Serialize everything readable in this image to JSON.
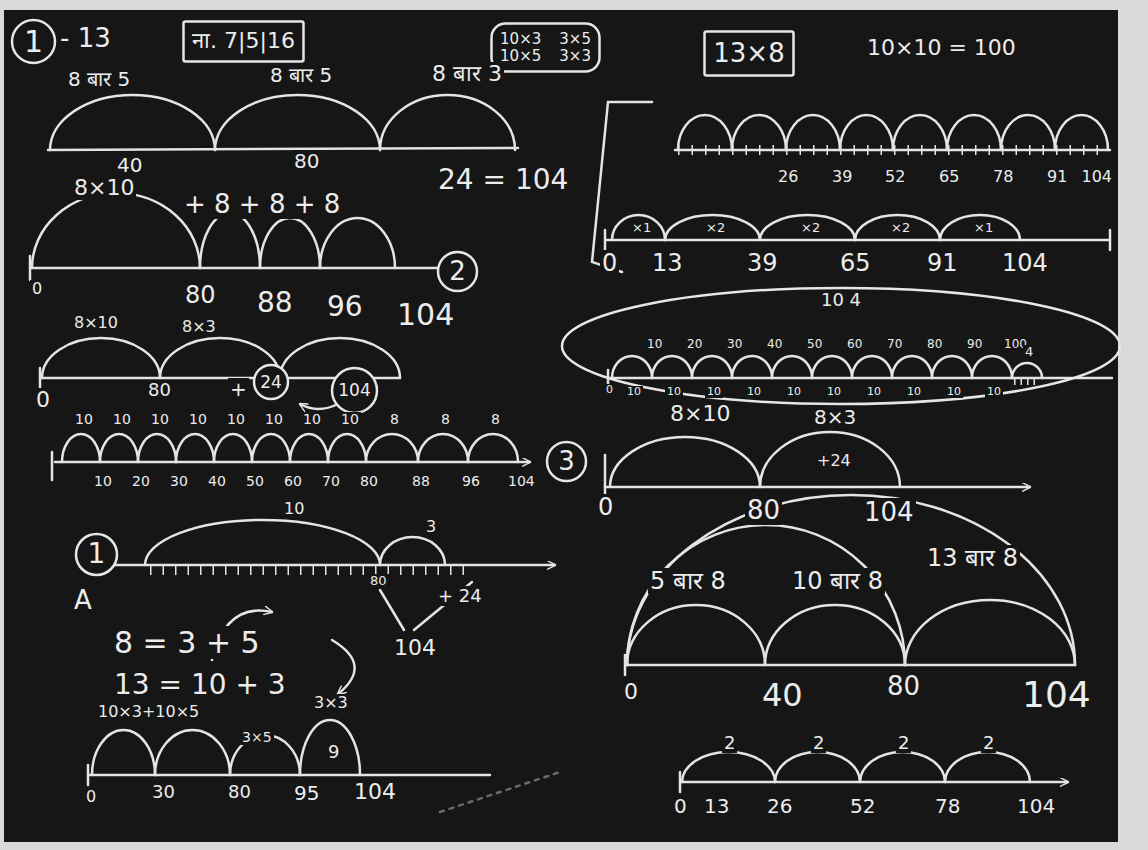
{
  "diagram": {
    "nodes": [
      {
        "text": [
          "1"
        ]
      },
      {
        "text": [
          "ना. 7|5|16"
        ]
      },
      {
        "text": [
          "10×3 10×5",
          "3×5 3×3"
        ]
      },
      {
        "text": [
          "13×8"
        ]
      },
      {
        "text": [
          "2"
        ]
      },
      {
        "text": [
          "24"
        ]
      },
      {
        "text": [
          "104"
        ]
      },
      {
        "text": [
          "3"
        ]
      },
      {
        "text": [
          "10 4"
        ]
      },
      {
        "text": [
          "1"
        ]
      }
    ],
    "labels": [
      "- 13",
      "8 बार 5",
      "8 बार 5",
      "8 बार 3",
      "40",
      "80",
      "24 = 104",
      "10×10 = 100",
      "8×10",
      "+ 8 + 8 + 8",
      "0",
      "80",
      "88",
      "96",
      "104",
      "8×10",
      "8×3",
      "0",
      "80",
      "+",
      "10",
      "10",
      "10",
      "10",
      "10",
      "10",
      "10",
      "10",
      "8",
      "8",
      "8",
      "10",
      "20",
      "30",
      "40",
      "50",
      "60",
      "70",
      "80",
      "88",
      "96",
      "104",
      "A",
      "10",
      "3",
      "80",
      "+ 24",
      "104",
      "8 = 3 + 5",
      "13 = 10 + 3",
      "10×3+10×5",
      "3×5",
      "3×3",
      "9",
      "0",
      "30",
      "80",
      "95",
      "104",
      "26",
      "39",
      "52",
      "65",
      "78",
      "91",
      "104",
      "×1",
      "×2",
      "×2",
      "×2",
      "×1",
      "0",
      "13",
      "39",
      "65",
      "91",
      "104",
      "10",
      "20",
      "30",
      "40",
      "50",
      "60",
      "70",
      "80",
      "90",
      "100",
      "4",
      "10",
      "10",
      "10",
      "10",
      "10",
      "10",
      "10",
      "10",
      "10",
      "10",
      "0",
      "8×10",
      "8×3",
      "+24",
      "0",
      "80",
      "104",
      "5 बार 8",
      "10 बार 8",
      "13 बार 8",
      "0",
      "40",
      "80",
      "104",
      "2",
      "2",
      "2",
      "2",
      "0",
      "13",
      "26",
      "52",
      "78",
      "104"
    ]
  }
}
